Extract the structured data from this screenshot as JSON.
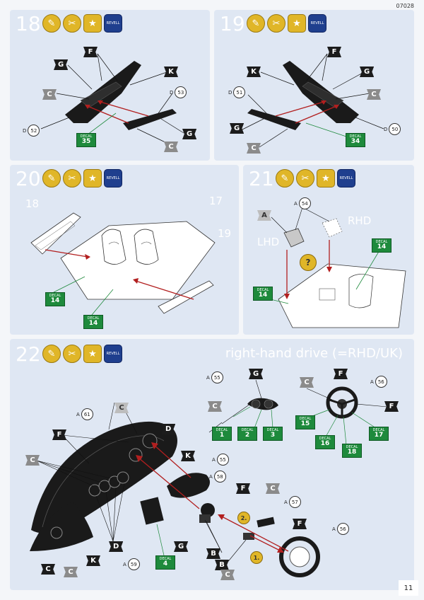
{
  "doc_code": "07028",
  "page_number": "11",
  "steps": {
    "s18": {
      "number": "18"
    },
    "s19": {
      "number": "19"
    },
    "s20": {
      "number": "20",
      "part_labels": [
        "18",
        "17",
        "19"
      ]
    },
    "s21": {
      "number": "21",
      "lhd": "LHD",
      "rhd": "RHD",
      "question": "?"
    },
    "s22": {
      "number": "22",
      "headline": "right-hand drive (=RHD/UK)",
      "order1": "1.",
      "order2": "2."
    }
  },
  "icons": {
    "star": "★",
    "paint_top": "REVELL",
    "paint_bottom": "",
    "glue": "✎",
    "knife": "✂"
  },
  "tags": {
    "s18": [
      "F",
      "G",
      "K",
      "C",
      "G",
      "C"
    ],
    "s19": [
      "F",
      "K",
      "G",
      "C",
      "G",
      "C"
    ],
    "s21": [
      "A"
    ],
    "s22": [
      "C",
      "G",
      "C",
      "F",
      "C",
      "F",
      "C",
      "F",
      "D",
      "C",
      "K",
      "F",
      "C",
      "F",
      "G",
      "D",
      "C",
      "K",
      "B",
      "B",
      "C"
    ]
  },
  "parts": {
    "s18": [
      {
        "letter": "D",
        "num": "53"
      },
      {
        "letter": "D",
        "num": "52"
      }
    ],
    "s19": [
      {
        "letter": "D",
        "num": "51"
      },
      {
        "letter": "D",
        "num": "50"
      }
    ],
    "s21": [
      {
        "letter": "A",
        "num": "54"
      }
    ],
    "s22": [
      {
        "letter": "A",
        "num": "55"
      },
      {
        "letter": "A",
        "num": "56"
      },
      {
        "letter": "A",
        "num": "61"
      },
      {
        "letter": "A",
        "num": "55"
      },
      {
        "letter": "A",
        "num": "58"
      },
      {
        "letter": "A",
        "num": "57"
      },
      {
        "letter": "A",
        "num": "56"
      },
      {
        "letter": "A",
        "num": "59"
      }
    ]
  },
  "decals": {
    "label": "DECAL",
    "s18": [
      "35"
    ],
    "s19": [
      "34"
    ],
    "s20": [
      "14",
      "14"
    ],
    "s21": [
      "14",
      "14"
    ],
    "s22": [
      "1",
      "2",
      "3",
      "15",
      "17",
      "16",
      "18",
      "4"
    ]
  }
}
